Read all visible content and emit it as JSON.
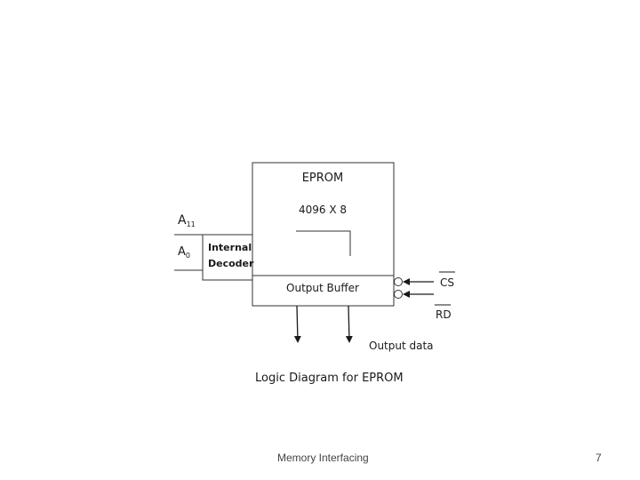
{
  "diagram": {
    "eprom_title": "EPROM",
    "capacity": "4096 X 8",
    "output_buffer": "Output Buffer",
    "decoder_line1": "Internal",
    "decoder_line2": "Decoder",
    "addr_high": {
      "base": "A",
      "sub": "11"
    },
    "addr_low": {
      "base": "A",
      "sub": "0"
    },
    "chip_select": "CS",
    "read": "RD",
    "output_data": "Output data",
    "caption": "Logic Diagram for EPROM"
  },
  "footer": {
    "title": "Memory Interfacing",
    "page_number": "7"
  }
}
